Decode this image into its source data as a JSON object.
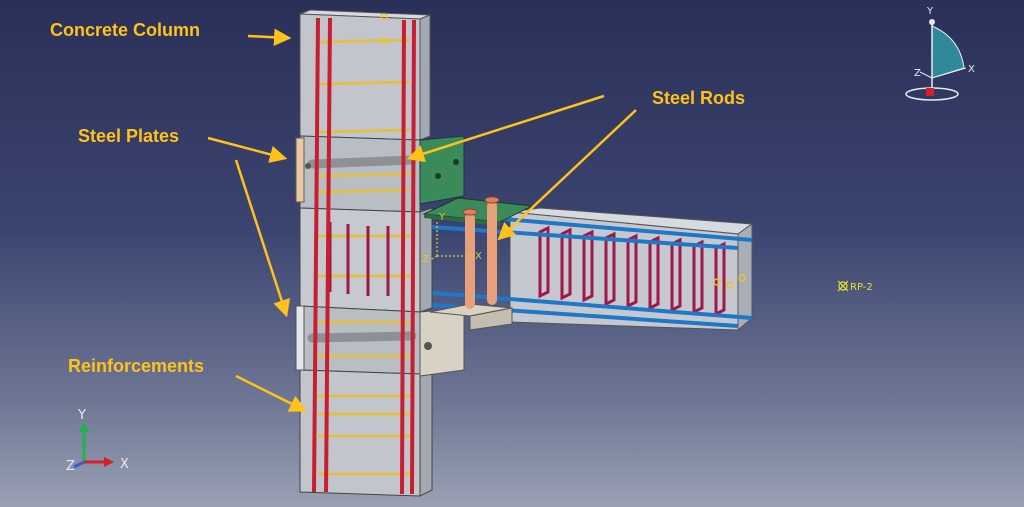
{
  "labels": {
    "concrete_column": "Concrete Column",
    "steel_plates": "Steel Plates",
    "steel_rods": "Steel Rods",
    "reinforcements": "Reinforcements"
  },
  "reference_point": "RP-2",
  "local_axes": {
    "y": "Y",
    "x": "X",
    "z": "Z"
  },
  "global_triad": {
    "y": "Y",
    "x": "X",
    "z": "Z"
  },
  "view_cube": {
    "y": "Y",
    "x": "X",
    "z": "Z"
  },
  "colors": {
    "callout_text": "#ffc21a",
    "column_rebar": "#c81e32",
    "beam_longitudinal": "#1f77c8",
    "beam_stirrups": "#a0174a",
    "ties": "#e0c04a",
    "steel_plate": "#3a8a5a",
    "steel_rod": "#e8a07a",
    "concrete": "#c9cdd3"
  }
}
